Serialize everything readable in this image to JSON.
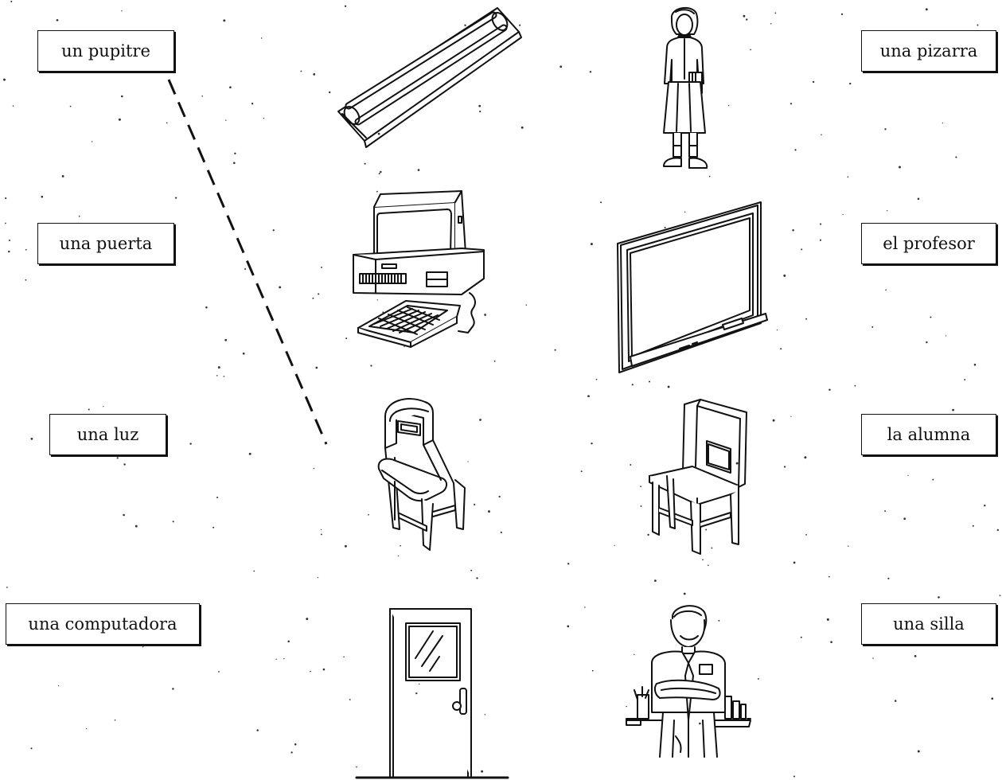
{
  "left_labels": [
    "un pupitre",
    "una puerta",
    "una luz",
    "una computadora"
  ],
  "right_labels": [
    "una pizarra",
    "el profesor",
    "la alumna",
    "una silla"
  ],
  "pictures": [
    "fluorescent-light",
    "female-student",
    "computer",
    "chalkboard",
    "student-desk",
    "chair",
    "door",
    "male-teacher"
  ],
  "example_match": {
    "from": "un pupitre",
    "to": "student-desk"
  },
  "colors": {
    "ink": "#111111",
    "paper": "#ffffff"
  }
}
